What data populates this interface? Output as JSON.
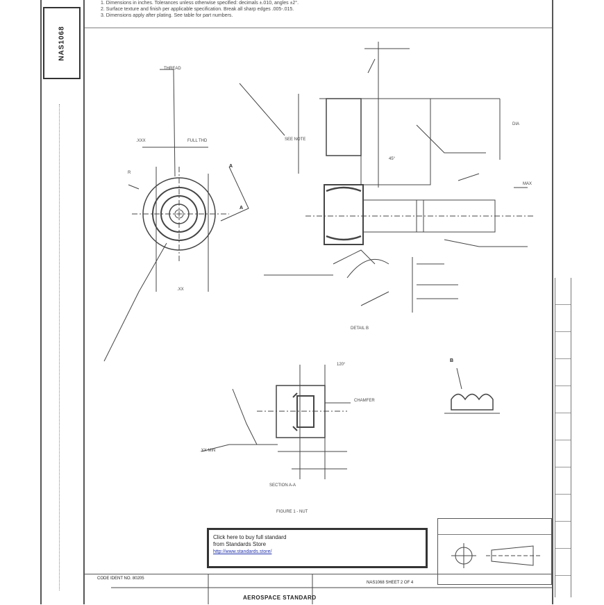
{
  "document": {
    "side_id": "NAS1068",
    "bottom_left_id": "CODE IDENT NO. 80205",
    "bottom_mid_id": "NAS1068 SHEET 2 OF 4",
    "bottom_title": "AEROSPACE STANDARD",
    "figure_caption": "FIGURE 1 - NUT",
    "section_caption": "SECTION A-A",
    "note_box": {
      "line1": "Click here to buy full standard",
      "line2": "from Standards Store",
      "link": "http://www.standards.store/"
    },
    "header_note": [
      "1. Dimensions in inches. Tolerances unless otherwise specified: decimals ±.010, angles ±2°.",
      "2. Surface texture and finish per applicable specification. Break all sharp edges .005-.015.",
      "3. Dimensions apply after plating. See table for part numbers."
    ]
  },
  "labels": [
    {
      "text": "THREAD"
    },
    {
      "text": ".XXX"
    },
    {
      "text": "FULL THD"
    },
    {
      "text": "SEE NOTE"
    },
    {
      "text": "A"
    },
    {
      "text": "A"
    },
    {
      "text": "DIA"
    },
    {
      "text": "MAX"
    },
    {
      "text": ".XX"
    },
    {
      "text": "R"
    },
    {
      "text": "45°"
    },
    {
      "text": "DETAIL B"
    },
    {
      "text": "B"
    },
    {
      "text": "120°"
    },
    {
      "text": ".XX MIN"
    },
    {
      "text": "CHAMFER"
    }
  ],
  "colors": {
    "line": "#555555",
    "link": "#2233aa"
  }
}
